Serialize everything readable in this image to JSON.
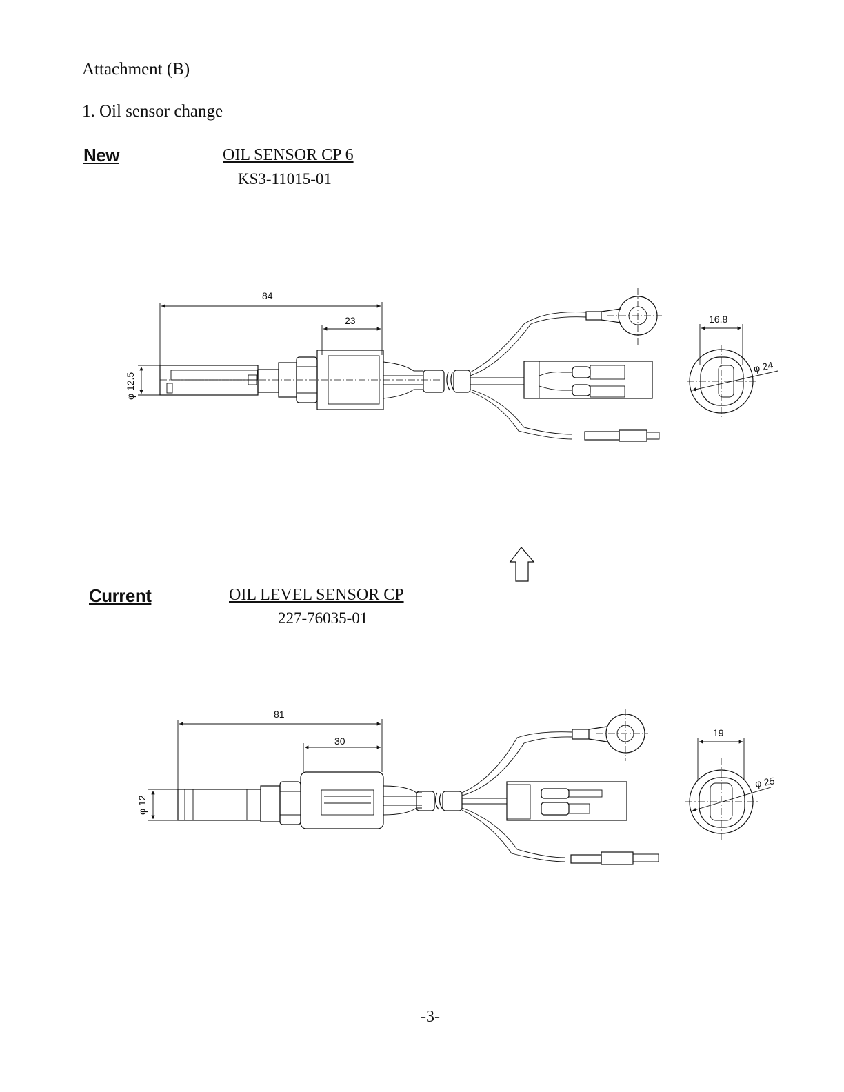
{
  "header": {
    "title": "Attachment (B)",
    "section": "1. Oil sensor change"
  },
  "new_part": {
    "tag": "New",
    "name": "OIL SENSOR CP 6",
    "number": "KS3-11015-01",
    "dims": {
      "length": "84",
      "body": "23",
      "dia": "φ 12.5",
      "width": "16.8",
      "outer_dia": "φ 24"
    }
  },
  "current_part": {
    "tag": "Current",
    "name": "OIL LEVEL SENSOR CP",
    "number": "227-76035-01",
    "dims": {
      "length": "81",
      "body": "30",
      "dia": "φ 12",
      "width": "19",
      "outer_dia": "φ 25"
    }
  },
  "page_number": "-3-",
  "icons": {
    "arrow": "up-arrow-icon"
  }
}
